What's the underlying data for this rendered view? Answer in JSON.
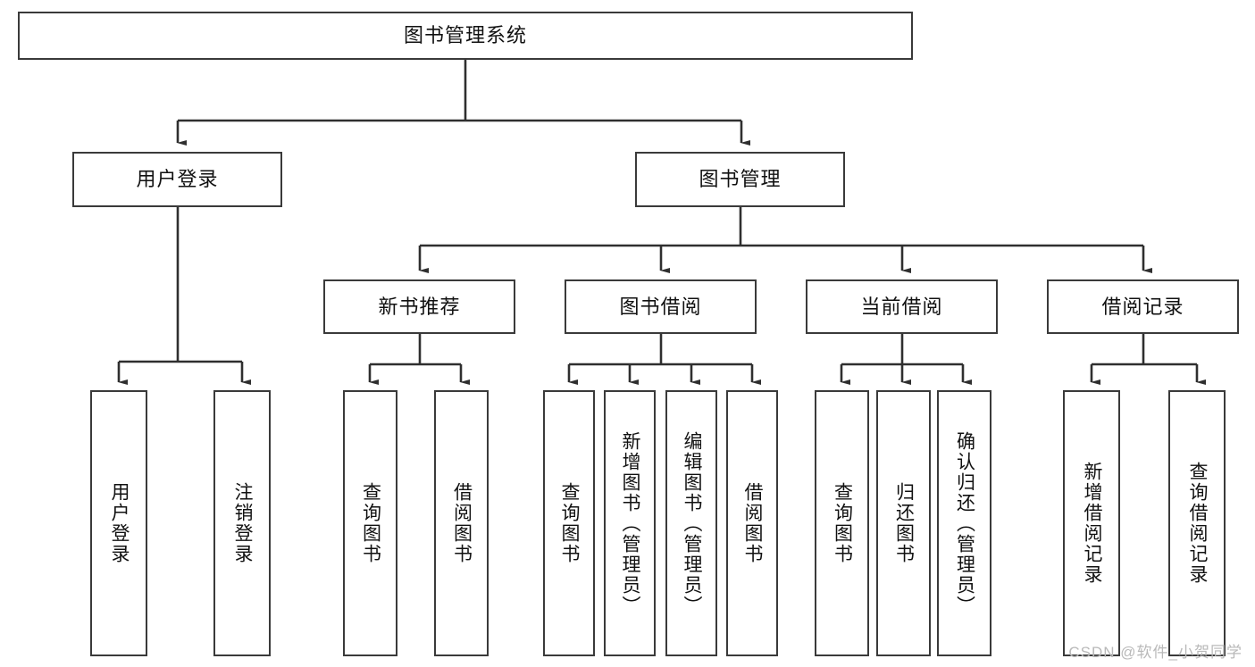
{
  "diagram": {
    "type": "tree",
    "title": "图书管理系统",
    "root": {
      "id": "root",
      "label": "图书管理系统"
    },
    "level1": [
      {
        "id": "user-login",
        "label": "用户登录"
      },
      {
        "id": "book-manage",
        "label": "图书管理"
      }
    ],
    "level2": [
      {
        "id": "new-book-rec",
        "label": "新书推荐"
      },
      {
        "id": "book-borrow",
        "label": "图书借阅"
      },
      {
        "id": "current-borrow",
        "label": "当前借阅"
      },
      {
        "id": "borrow-record",
        "label": "借阅记录"
      }
    ],
    "leaves": {
      "user_login": [
        {
          "id": "leaf-user-login",
          "label": "用户登录"
        },
        {
          "id": "leaf-logout",
          "label": "注销登录"
        }
      ],
      "new_book_rec": [
        {
          "id": "leaf-query-book-1",
          "label": "查询图书"
        },
        {
          "id": "leaf-borrow-book-1",
          "label": "借阅图书"
        }
      ],
      "book_borrow": [
        {
          "id": "leaf-query-book-2",
          "label": "查询图书"
        },
        {
          "id": "leaf-add-book",
          "label": "新增图书（管理员）"
        },
        {
          "id": "leaf-edit-book",
          "label": "编辑图书（管理员）"
        },
        {
          "id": "leaf-borrow-book-2",
          "label": "借阅图书"
        }
      ],
      "current_borrow": [
        {
          "id": "leaf-query-book-3",
          "label": "查询图书"
        },
        {
          "id": "leaf-return-book",
          "label": "归还图书"
        },
        {
          "id": "leaf-confirm-return",
          "label": "确认归还（管理员）"
        }
      ],
      "borrow_record": [
        {
          "id": "leaf-add-record",
          "label": "新增借阅记录"
        },
        {
          "id": "leaf-query-record",
          "label": "查询借阅记录"
        }
      ]
    }
  },
  "watermark": {
    "text": "CSDN @软件_小贺同学"
  },
  "colors": {
    "box_border": "#3a3a3a",
    "box_fill": "#ffffff",
    "edge": "#2f2f2f",
    "text": "#111111",
    "watermark": "#b9b9b9"
  }
}
